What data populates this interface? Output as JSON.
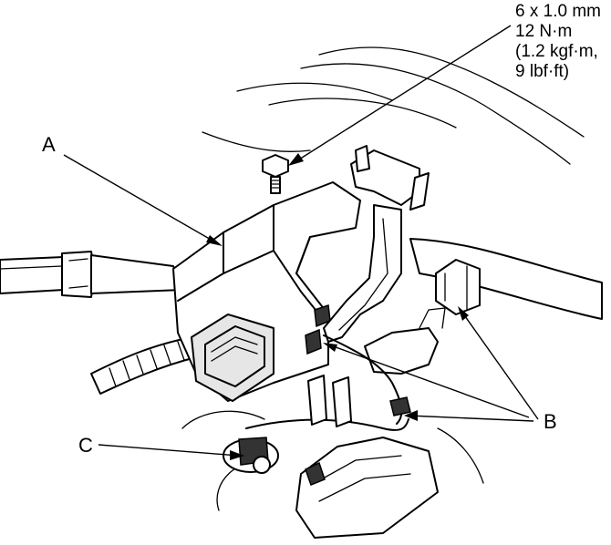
{
  "fastener_spec": {
    "line1": "6 x 1.0 mm",
    "line2": "12 N·m",
    "line3": "(1.2 kgf·m,",
    "line4": "9 lbf·ft)"
  },
  "callouts": {
    "a": "A",
    "b": "B",
    "c": "C"
  }
}
